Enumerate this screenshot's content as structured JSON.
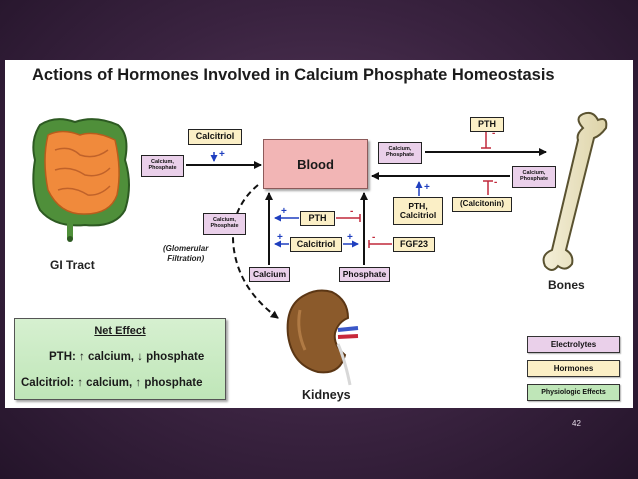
{
  "title": "Actions of Hormones Involved in Calcium Phosphate Homeostasis",
  "organs": {
    "gi_tract": "GI Tract",
    "kidneys": "Kidneys",
    "bones": "Bones"
  },
  "blood": "Blood",
  "hormones": {
    "calcitriol_top": "Calcitriol",
    "pth_top": "PTH",
    "pth_calcitriol": "PTH,\nCalcitriol",
    "calcitonin": "(Calcitonin)",
    "pth_kidney": "PTH",
    "calcitriol_kidney": "Calcitriol",
    "fgf23": "FGF23"
  },
  "electrolytes": {
    "gi_ca_p": "Calcium,\nPhosphate",
    "bone_to_blood_ca_p": "Calcium,\nPhosphate",
    "blood_to_bone_ca_p": "Calcium,\nPhosphate",
    "filtration_ca_p": "Calcium,\nPhosphate",
    "calcium": "Calcium",
    "phosphate": "Phosphate"
  },
  "glomerular_filtration": "(Glomerular\nFiltration)",
  "symbols": {
    "stim": "+",
    "inhib": "-",
    "up": "↑",
    "down": "↓"
  },
  "net_effect": {
    "title": "Net Effect",
    "pth_line": "PTH:  ↑ calcium, ↓ phosphate",
    "calcitriol_line": "Calcitriol:  ↑ calcium, ↑ phosphate"
  },
  "legend": {
    "electrolytes": "Electrolytes",
    "hormones": "Hormones",
    "physiologic": "Physiologic Effects"
  },
  "page_number": "42",
  "colors": {
    "hormone_fill": "#fbefc6",
    "electrolyte_fill": "#ead0ea",
    "blood_fill": "#f2b5b5",
    "net_effect_fill": "#c8ebc2",
    "stimulate": "#1f3fbf",
    "inhibit": "#c0283a"
  }
}
